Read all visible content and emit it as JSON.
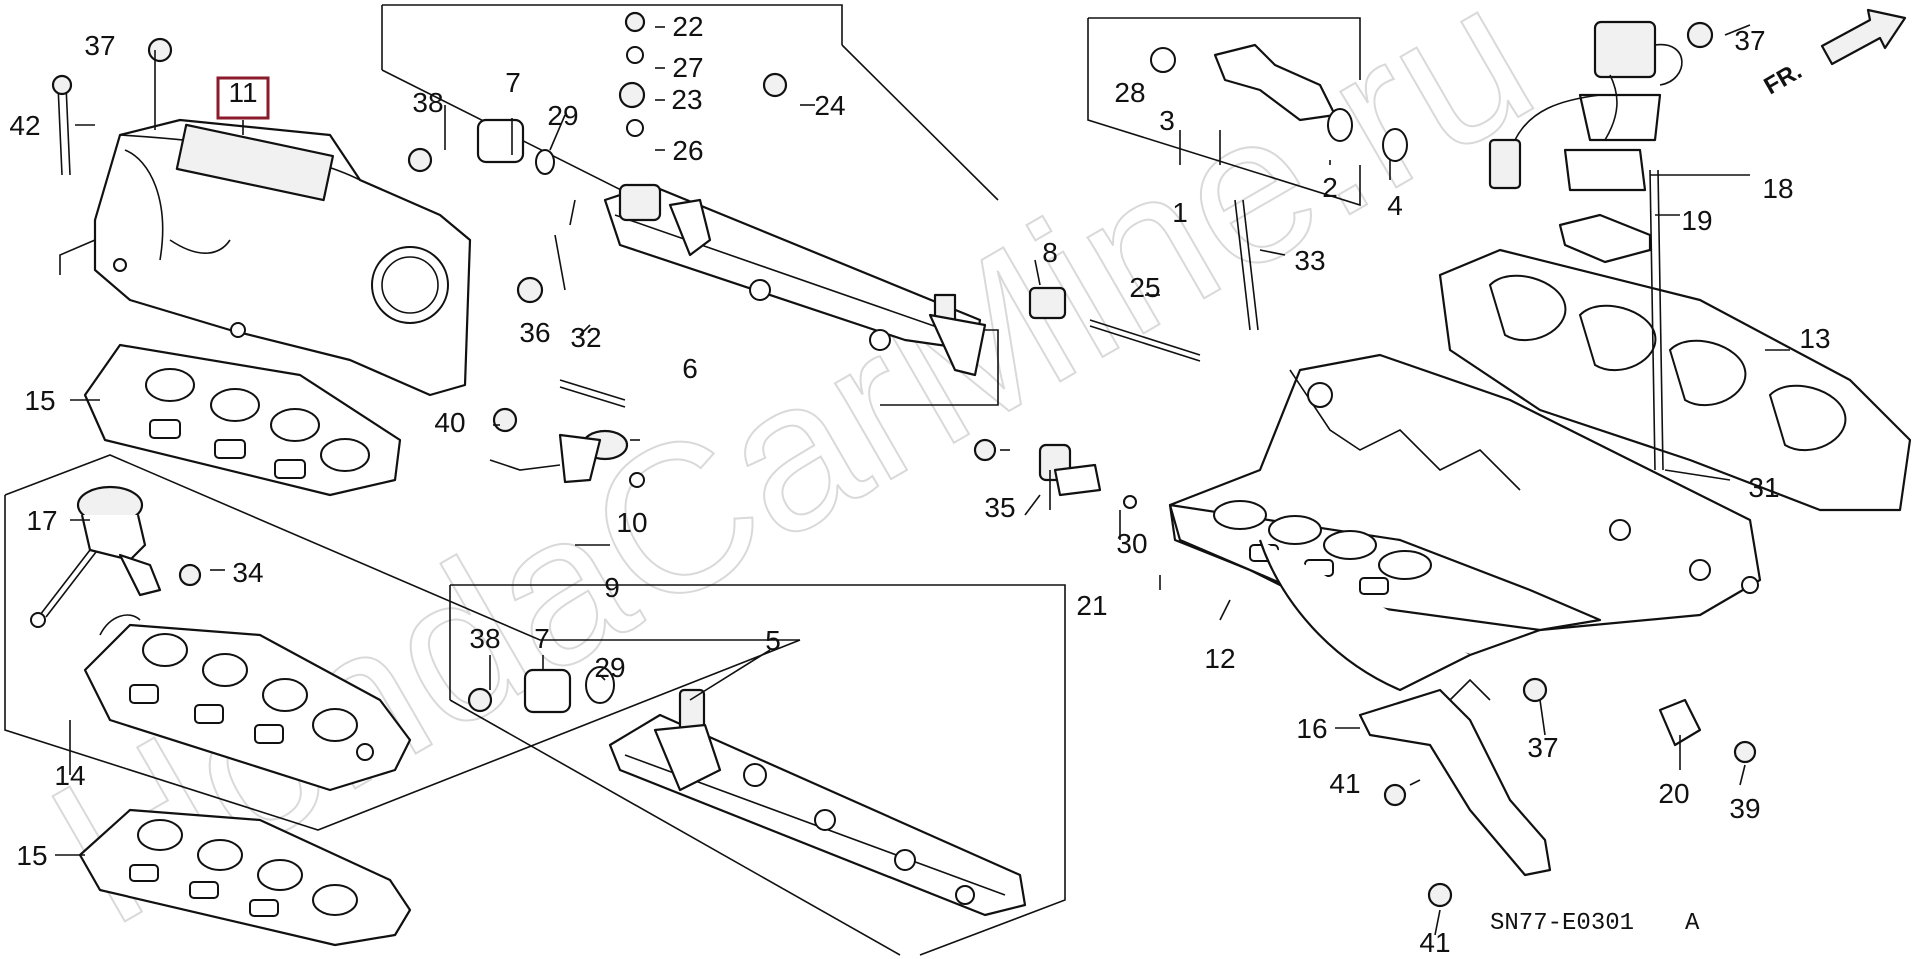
{
  "diagram": {
    "drawing_code": "SN77-E0301",
    "drawing_rev": "A",
    "front_arrow": "FR.",
    "watermark": "HondaCarMine.ru",
    "highlighted_part": "11",
    "callouts": [
      {
        "id": "c1",
        "label": "1"
      },
      {
        "id": "c2",
        "label": "2"
      },
      {
        "id": "c3",
        "label": "3"
      },
      {
        "id": "c4",
        "label": "4"
      },
      {
        "id": "c5",
        "label": "5"
      },
      {
        "id": "c6",
        "label": "6"
      },
      {
        "id": "c7a",
        "label": "7"
      },
      {
        "id": "c7b",
        "label": "7"
      },
      {
        "id": "c8",
        "label": "8"
      },
      {
        "id": "c9",
        "label": "9"
      },
      {
        "id": "c10",
        "label": "10"
      },
      {
        "id": "c11",
        "label": "11"
      },
      {
        "id": "c12",
        "label": "12"
      },
      {
        "id": "c13",
        "label": "13"
      },
      {
        "id": "c14",
        "label": "14"
      },
      {
        "id": "c15a",
        "label": "15"
      },
      {
        "id": "c15b",
        "label": "15"
      },
      {
        "id": "c16",
        "label": "16"
      },
      {
        "id": "c17",
        "label": "17"
      },
      {
        "id": "c18",
        "label": "18"
      },
      {
        "id": "c19",
        "label": "19"
      },
      {
        "id": "c20",
        "label": "20"
      },
      {
        "id": "c21",
        "label": "21"
      },
      {
        "id": "c22",
        "label": "22"
      },
      {
        "id": "c23",
        "label": "23"
      },
      {
        "id": "c24",
        "label": "24"
      },
      {
        "id": "c25",
        "label": "25"
      },
      {
        "id": "c26",
        "label": "26"
      },
      {
        "id": "c27",
        "label": "27"
      },
      {
        "id": "c28",
        "label": "28"
      },
      {
        "id": "c29a",
        "label": "29"
      },
      {
        "id": "c29b",
        "label": "29"
      },
      {
        "id": "c30",
        "label": "30"
      },
      {
        "id": "c31",
        "label": "31"
      },
      {
        "id": "c32",
        "label": "32"
      },
      {
        "id": "c33",
        "label": "33"
      },
      {
        "id": "c34",
        "label": "34"
      },
      {
        "id": "c35",
        "label": "35"
      },
      {
        "id": "c36",
        "label": "36"
      },
      {
        "id": "c37a",
        "label": "37"
      },
      {
        "id": "c37b",
        "label": "37"
      },
      {
        "id": "c37c",
        "label": "37"
      },
      {
        "id": "c38a",
        "label": "38"
      },
      {
        "id": "c38b",
        "label": "38"
      },
      {
        "id": "c39",
        "label": "39"
      },
      {
        "id": "c40",
        "label": "40"
      },
      {
        "id": "c41a",
        "label": "41"
      },
      {
        "id": "c41b",
        "label": "41"
      },
      {
        "id": "c42",
        "label": "42"
      }
    ]
  }
}
